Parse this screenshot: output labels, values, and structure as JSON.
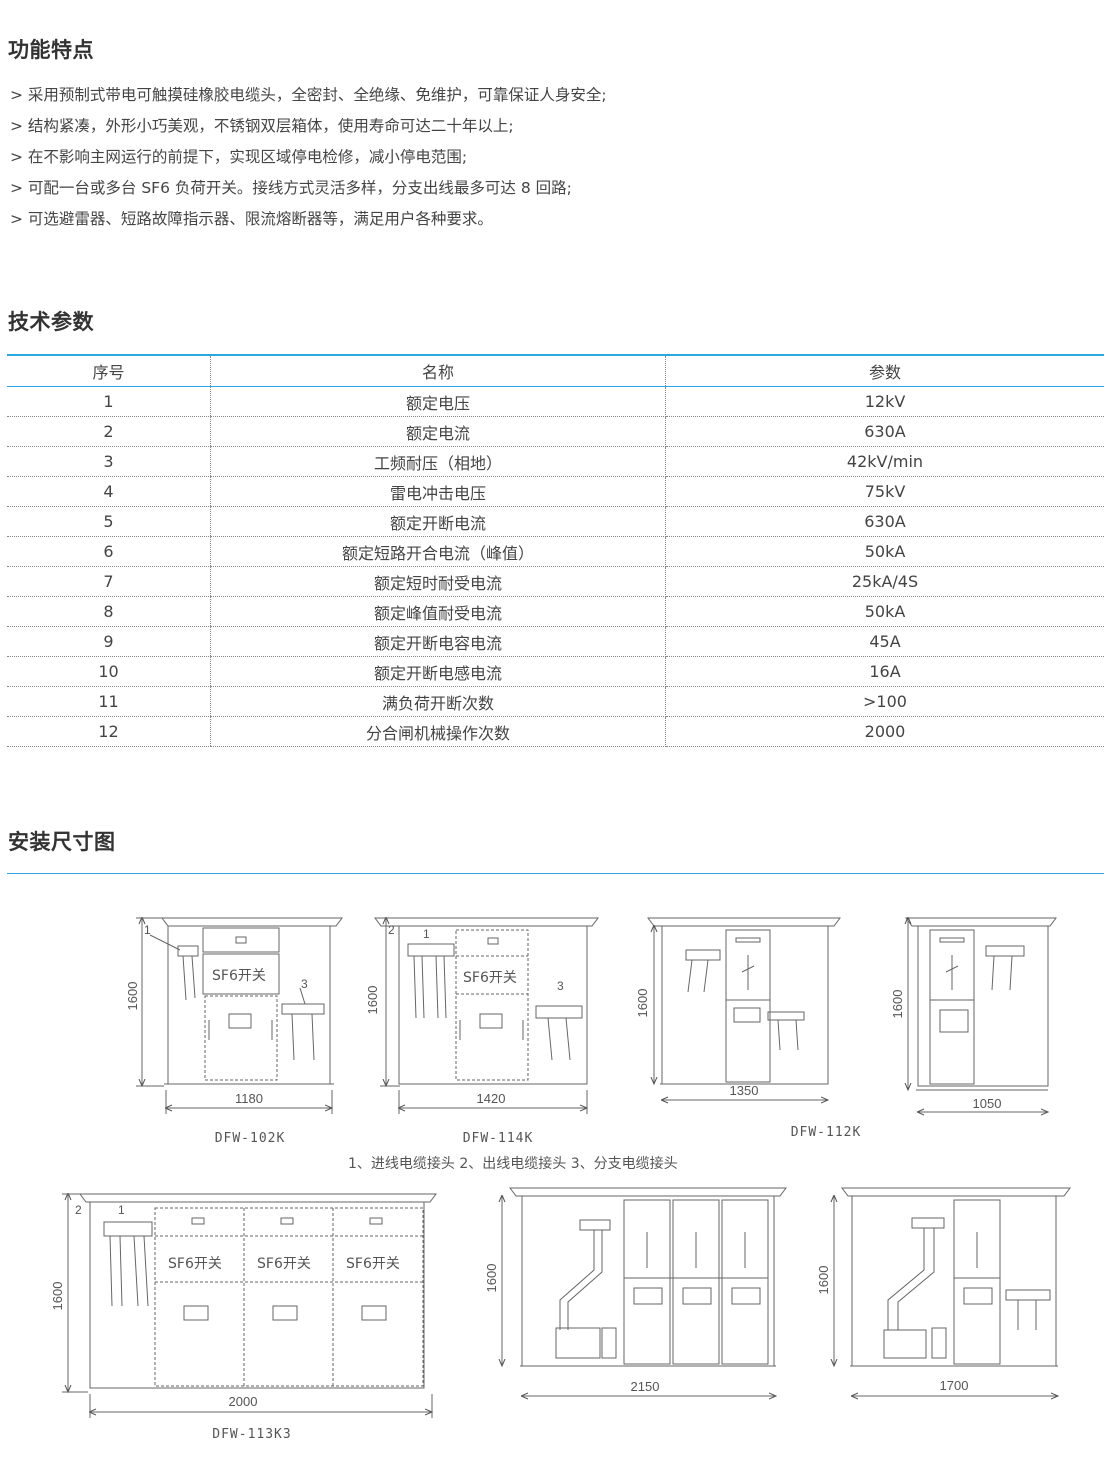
{
  "features": {
    "title": "功能特点",
    "items": [
      "> 采用预制式带电可触摸硅橡胶电缆头，全密封、全绝缘、免维护，可靠保证人身安全;",
      "> 结构紧凑，外形小巧美观，不锈钢双层箱体，使用寿命可达二十年以上;",
      "> 在不影响主网运行的前提下，实现区域停电检修，减小停电范围;",
      "> 可配一台或多台 SF6 负荷开关。接线方式灵活多样，分支出线最多可达 8 回路;",
      "> 可选避雷器、短路故障指示器、限流熔断器等，满足用户各种要求。"
    ]
  },
  "params": {
    "title": "技术参数",
    "headers": [
      "序号",
      "名称",
      "参数"
    ],
    "rows": [
      [
        "1",
        "额定电压",
        "12kV"
      ],
      [
        "2",
        "额定电流",
        "630A"
      ],
      [
        "3",
        "工频耐压（相地）",
        "42kV/min"
      ],
      [
        "4",
        "雷电冲击电压",
        "75kV"
      ],
      [
        "5",
        "额定开断电流",
        "630A"
      ],
      [
        "6",
        "额定短路开合电流（峰值）",
        "50kA"
      ],
      [
        "7",
        "额定短时耐受电流",
        "25kA/4S"
      ],
      [
        "8",
        "额定峰值耐受电流",
        "50kA"
      ],
      [
        "9",
        "额定开断电容电流",
        "45A"
      ],
      [
        "10",
        "额定开断电感电流",
        "16A"
      ],
      [
        "11",
        "满负荷开断次数",
        ">100"
      ],
      [
        "12",
        "分合闸机械操作次数",
        "2000"
      ]
    ]
  },
  "install": {
    "title": "安装尺寸图",
    "legend": "1、进线电缆接头    2、出线电缆接头    3、分支电缆接头",
    "switch_label": "SF6开关",
    "height_dim": "1600",
    "callouts": [
      "1",
      "2",
      "3"
    ],
    "drawings": [
      {
        "model": "DFW-102K",
        "width": "1180"
      },
      {
        "model": "DFW-114K",
        "width": "1420"
      },
      {
        "model": "DFW-112K",
        "width": "1350"
      },
      {
        "model": "",
        "width": "1050"
      },
      {
        "model": "DFW-113K3",
        "width": "2000"
      },
      {
        "model": "",
        "width": "2150"
      },
      {
        "model": "",
        "width": "1700"
      }
    ]
  }
}
